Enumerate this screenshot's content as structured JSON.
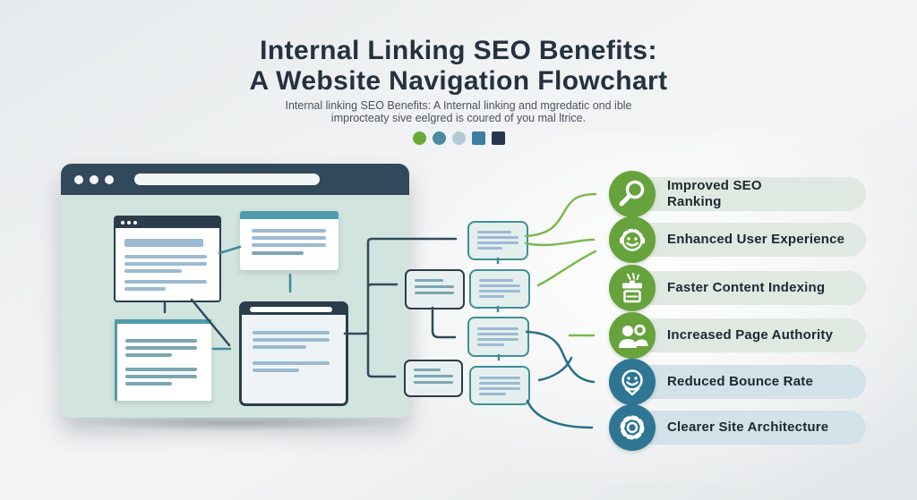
{
  "header": {
    "title_line1": "Internal Linking SEO Benefits:",
    "title_line2": "A Website Navigation Flowchart",
    "subtitle_line1": "Internal linking SEO Benefits: A Internal linking and mgredatic ond ible",
    "subtitle_line2": "improcteaty sive eelgred is coured of you mal ltrice.",
    "palette_swatches": [
      {
        "name": "green-dot",
        "shape": "circle",
        "color": "#69aa3b"
      },
      {
        "name": "teal-dot",
        "shape": "circle",
        "color": "#4a8ba0"
      },
      {
        "name": "lightblue-dot",
        "shape": "circle",
        "color": "#b3c9d6"
      },
      {
        "name": "blue-square",
        "shape": "square",
        "color": "#3d7fa0"
      },
      {
        "name": "navy-square",
        "shape": "square",
        "color": "#26374a"
      }
    ]
  },
  "colors": {
    "ink": "#25313e",
    "subtitle_ink": "#4a545c",
    "line_navy": "#2e4a5e",
    "line_teal": "#3c8b9b",
    "line_green": "#7cb84c",
    "line_dteal": "#2a6e86",
    "browser_header": "#32495b",
    "browser_body": "#d2e4de",
    "card_dark": "#2b3c4c",
    "card_teal": "#4f9bab",
    "bar_blue": "#9cbad2",
    "bar_teal": "#7aa6b2",
    "tbox_border": "#3d9096",
    "tbox_fill": "#e3eeed",
    "benefit_ink": "#1c2830"
  },
  "benefits": [
    {
      "label": "Improved SEO\nRanking",
      "icon": "search-icon",
      "icon_color": "#67a33c",
      "pill_color": "#dfe9e2"
    },
    {
      "label": "Enhanced User Experience",
      "icon": "headset-user-icon",
      "icon_color": "#67a33c",
      "pill_color": "#dfe9e2"
    },
    {
      "label": "Faster Content Indexing",
      "icon": "content-indexing-icon",
      "icon_color": "#67a33c",
      "pill_color": "#dfe9e2"
    },
    {
      "label": "Increased Page Authority",
      "icon": "page-authority-users-icon",
      "icon_color": "#67a33c",
      "pill_color": "#dfe9e2"
    },
    {
      "label": "Reduced Bounce Rate",
      "icon": "bounce-rate-smiley-icon",
      "icon_color": "#2e7693",
      "pill_color": "#d3e1e9"
    },
    {
      "label": "Clearer Site Architecture",
      "icon": "site-architecture-gear-icon",
      "icon_color": "#2e7693",
      "pill_color": "#d3e1e9"
    }
  ]
}
